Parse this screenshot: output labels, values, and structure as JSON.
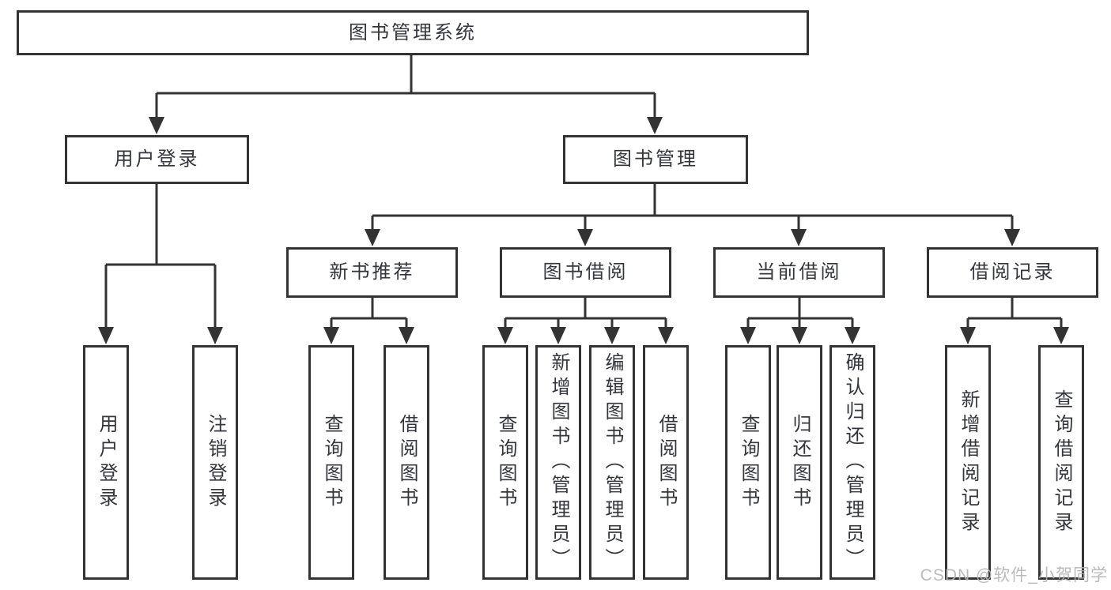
{
  "diagram": {
    "type": "tree",
    "title": "图书管理系统",
    "watermark": "CSDN @软件_小贺同学",
    "colors": {
      "background": "#ffffff",
      "line": "#333333",
      "box_border": "#333333",
      "text": "#34363b",
      "watermark": "#b2b2b2"
    },
    "nodes": {
      "root": {
        "label": "图书管理系统"
      },
      "user_login": {
        "label": "用户登录"
      },
      "book_mgmt": {
        "label": "图书管理"
      },
      "login": {
        "label": "用户登录"
      },
      "logout": {
        "label": "注销登录"
      },
      "new_books": {
        "label": "新书推荐"
      },
      "borrow": {
        "label": "图书借阅"
      },
      "current": {
        "label": "当前借阅"
      },
      "records": {
        "label": "借阅记录"
      },
      "nb_query": {
        "label": "查询图书"
      },
      "nb_borrow": {
        "label": "借阅图书"
      },
      "bw_query": {
        "label": "查询图书"
      },
      "bw_add": {
        "label": "新增图书（管理员）"
      },
      "bw_edit": {
        "label": "编辑图书（管理员）"
      },
      "bw_borrow": {
        "label": "借阅图书"
      },
      "cur_query": {
        "label": "查询图书"
      },
      "cur_return": {
        "label": "归还图书"
      },
      "cur_confirm": {
        "label": "确认归还（管理员）"
      },
      "rec_add": {
        "label": "新增借阅记录"
      },
      "rec_query": {
        "label": "查询借阅记录"
      }
    },
    "edges": [
      {
        "from": "图书管理系统",
        "to": "用户登录"
      },
      {
        "from": "图书管理系统",
        "to": "图书管理"
      },
      {
        "from": "用户登录",
        "to": "用户登录"
      },
      {
        "from": "用户登录",
        "to": "注销登录"
      },
      {
        "from": "图书管理",
        "to": "新书推荐"
      },
      {
        "from": "图书管理",
        "to": "图书借阅"
      },
      {
        "from": "图书管理",
        "to": "当前借阅"
      },
      {
        "from": "图书管理",
        "to": "借阅记录"
      },
      {
        "from": "新书推荐",
        "to": "查询图书"
      },
      {
        "from": "新书推荐",
        "to": "借阅图书"
      },
      {
        "from": "图书借阅",
        "to": "查询图书"
      },
      {
        "from": "图书借阅",
        "to": "新增图书（管理员）"
      },
      {
        "from": "图书借阅",
        "to": "编辑图书（管理员）"
      },
      {
        "from": "图书借阅",
        "to": "借阅图书"
      },
      {
        "from": "当前借阅",
        "to": "查询图书"
      },
      {
        "from": "当前借阅",
        "to": "归还图书"
      },
      {
        "from": "当前借阅",
        "to": "确认归还（管理员）"
      },
      {
        "from": "借阅记录",
        "to": "新增借阅记录"
      },
      {
        "from": "借阅记录",
        "to": "查询借阅记录"
      }
    ]
  }
}
